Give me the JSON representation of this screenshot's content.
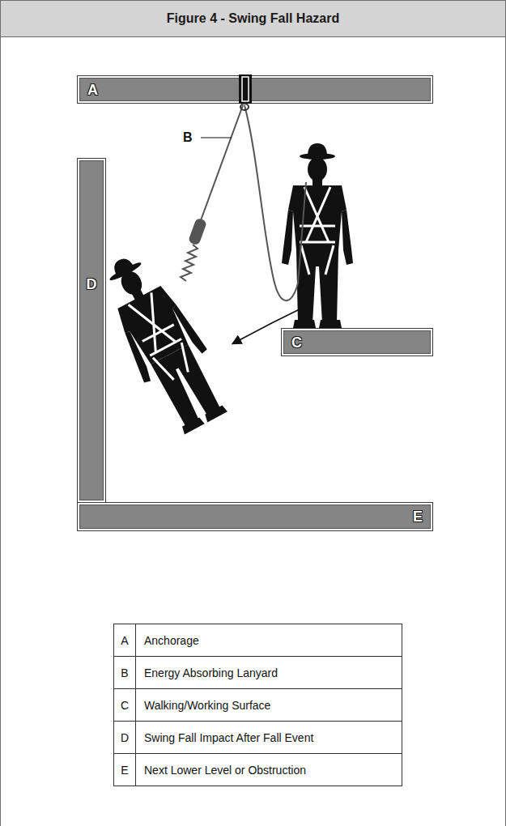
{
  "diagram": {
    "title": "Figure 4 - Swing Fall Hazard",
    "nodes": [
      {
        "text": [
          "A"
        ]
      },
      {
        "text": [
          "D"
        ]
      },
      {
        "text": [
          "C"
        ]
      },
      {
        "text": [
          "E"
        ]
      }
    ],
    "labels": [
      "B",
      "A",
      "Anchorage",
      "B",
      "Energy Absorbing Lanyard",
      "C",
      "Walking/Working Surface",
      "D",
      "Swing Fall Impact After Fall Event",
      "E",
      "Next Lower Level or Obstruction"
    ]
  }
}
